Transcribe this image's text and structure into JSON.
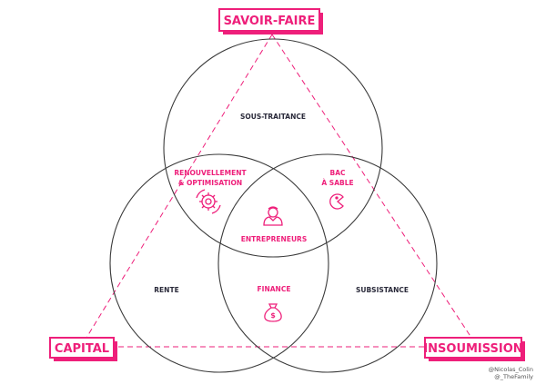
{
  "colors": {
    "accent": "#ee1f7a",
    "circle_stroke": "#3a3a3a",
    "dark_text": "#2a2a3a",
    "tag_bg": "#ffffff"
  },
  "corners": {
    "top": "SAVOIR-FAIRE",
    "left": "CAPITAL",
    "right": "INSOUMISSION"
  },
  "regions": {
    "top_only": "SOUS-TRAITANCE",
    "left_only": "RENTE",
    "right_only": "SUBSISTANCE",
    "top_left": [
      "RENOUVELLEMENT",
      "& OPTIMISATION"
    ],
    "top_right": [
      "BAC",
      "À SABLE"
    ],
    "left_right": "FINANCE",
    "center": "ENTREPRENEURS"
  },
  "icons": {
    "top_left": "gear-icon",
    "top_right": "pacman-icon",
    "left_right": "money-bag-icon",
    "center": "person-icon"
  },
  "credits": {
    "line1": "@Nicolas_Colin",
    "line2": "@_TheFamily"
  }
}
